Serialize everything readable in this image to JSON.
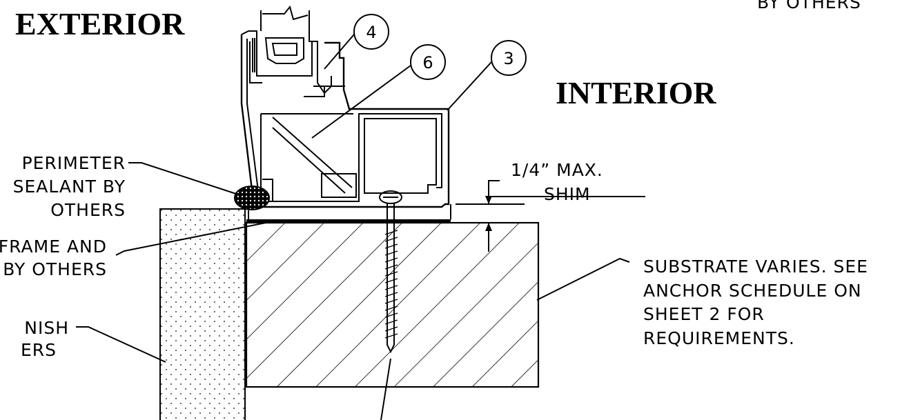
{
  "headings": {
    "exterior": "EXTERIOR",
    "interior": "INTERIOR",
    "top_right_fragment": "BY OTHERS"
  },
  "callouts": [
    {
      "number": "4"
    },
    {
      "number": "6"
    },
    {
      "number": "3"
    }
  ],
  "notes": {
    "perimeter_sealant": [
      "PERIMETER",
      "SEALANT BY",
      "OTHERS"
    ],
    "frame": [
      "FRAME AND",
      "BY OTHERS"
    ],
    "finish": [
      "NISH",
      "ERS"
    ],
    "shim": [
      "1/4” MAX.",
      "SHIM"
    ],
    "substrate": [
      "SUBSTRATE VARIES. SEE",
      "ANCHOR SCHEDULE ON",
      "SHEET 2 FOR",
      "REQUIREMENTS."
    ]
  }
}
